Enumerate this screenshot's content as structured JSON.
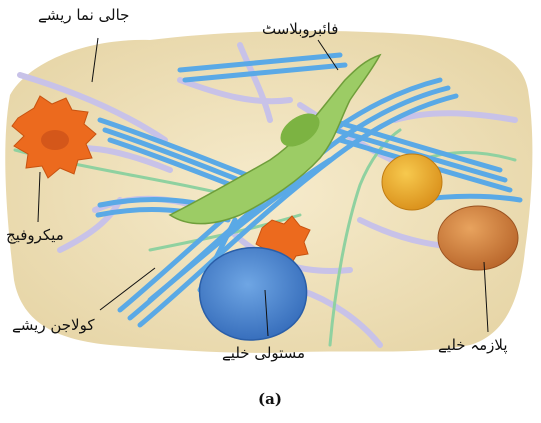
{
  "diagram": {
    "caption": "(a)",
    "labels": {
      "reticular_fibers": "جالی نما ریشے",
      "fibroblast": "فائبروبلاسٹ",
      "macrophage": "میکروفیج",
      "collagen_fibers": "کولاجن ریشے",
      "mast_cell": "مستولی خلیے",
      "plasma_cell": "پلازمہ خلیے"
    },
    "colors": {
      "ground_substance": "#efe2bd",
      "collagen": "#5aa9e6",
      "fibroblast": "#9ccc65",
      "macrophage": "#ec6a1e",
      "mast_cell": "#4a86d4",
      "plasma_cell": "#d4853a",
      "yellow_cell": "#f0b429",
      "reticular": "#c8c2e8",
      "elastic": "#8fd1a0"
    }
  }
}
